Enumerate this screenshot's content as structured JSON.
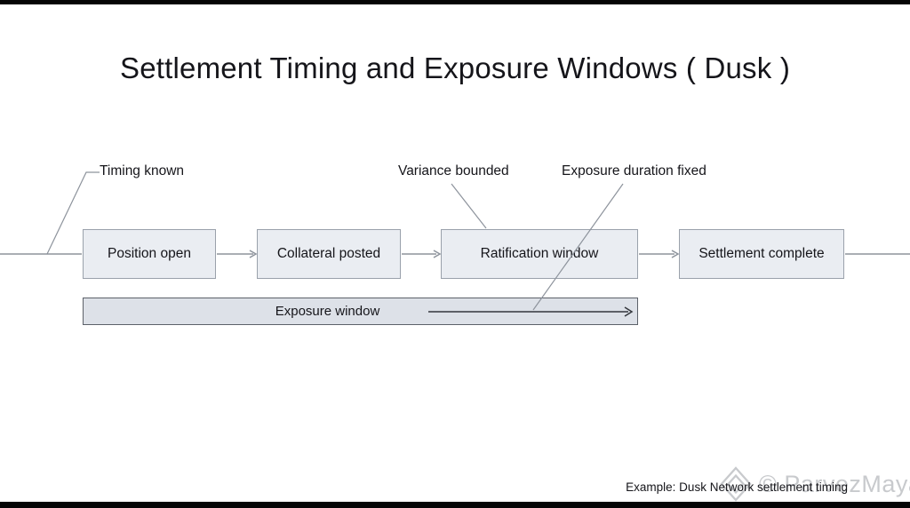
{
  "title": "Settlement Timing and Exposure Windows ( Dusk )",
  "annotations": [
    {
      "id": "timing-known",
      "label": "Timing known"
    },
    {
      "id": "variance-bounded",
      "label": "Variance bounded"
    },
    {
      "id": "exposure-duration-fixed",
      "label": "Exposure duration fixed"
    }
  ],
  "stages": [
    {
      "label": "Position open"
    },
    {
      "label": "Collateral posted"
    },
    {
      "label": "Ratification window"
    },
    {
      "label": "Settlement complete"
    }
  ],
  "exposure": {
    "label": "Exposure window"
  },
  "caption": "Example: Dusk Network settlement timing",
  "watermark": {
    "logo": "diamond-gem-icon",
    "text": "© ParvezMayar"
  },
  "colors": {
    "ink": "#15151a",
    "line": "#8d939c",
    "box_fill": "#eaedf2",
    "box_border": "#9aa1ab",
    "ebar_fill": "#dde1e8",
    "ebar_border": "#5c6169",
    "arrow_dark": "#33363c",
    "watermark": "#c8cacd",
    "letterbox": "#050505"
  }
}
